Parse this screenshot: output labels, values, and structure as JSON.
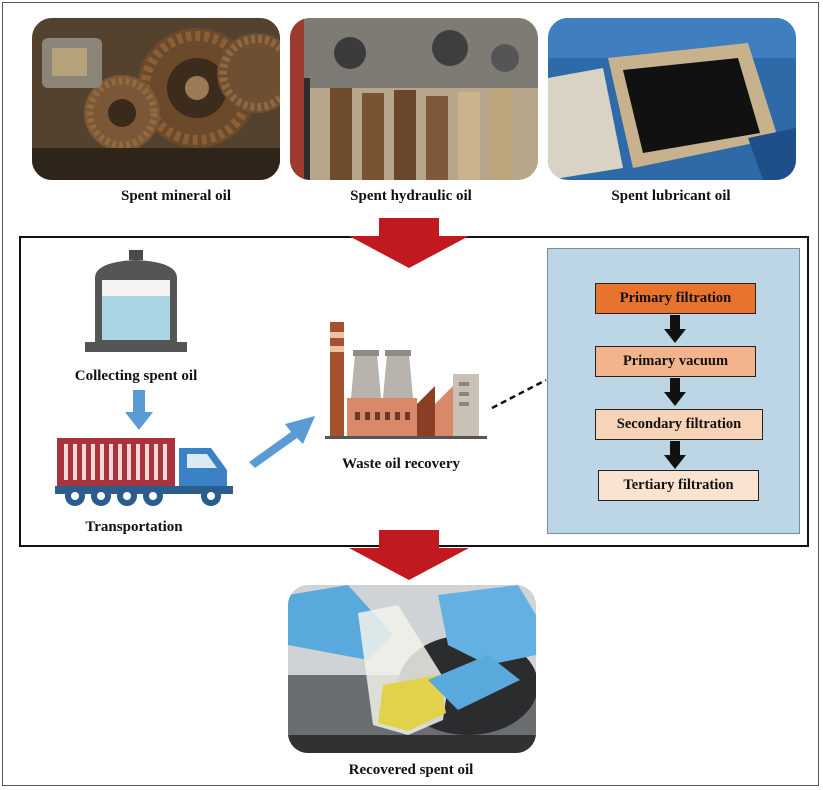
{
  "sources": [
    {
      "label": "Spent mineral oil",
      "icon": "gear-engine-photo"
    },
    {
      "label": "Spent hydraulic oil",
      "icon": "hydraulic-valves-photo"
    },
    {
      "label": "Spent lubricant oil",
      "icon": "oil-pan-photo"
    }
  ],
  "process": {
    "collecting": "Collecting spent oil",
    "transportation": "Transportation",
    "recovery": "Waste oil recovery"
  },
  "steps": [
    "Primary filtration",
    "Primary vacuum",
    "Secondary filtration",
    "Tertiary filtration"
  ],
  "output": {
    "label": "Recovered spent oil",
    "icon": "flask-photo"
  },
  "colors": {
    "big_arrow": "#c0191f",
    "blue_arrow": "#5b9bd5",
    "step1": "#e8732d",
    "step2": "#f3b48d",
    "step3": "#f7d3b8",
    "step4": "#fbe3d1",
    "panel": "#bcd6e6"
  }
}
